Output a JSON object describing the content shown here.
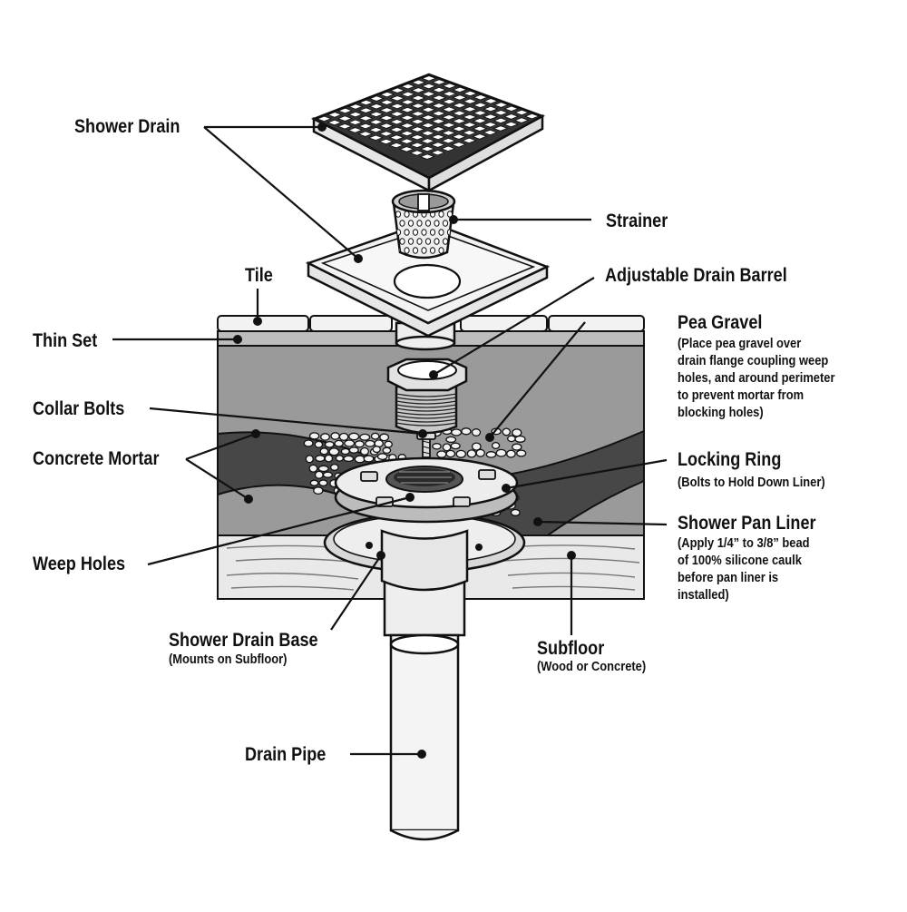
{
  "labels": {
    "shower_drain": "Shower Drain",
    "strainer": "Strainer",
    "tile": "Tile",
    "adjustable_drain_barrel": "Adjustable Drain Barrel",
    "thin_set": "Thin Set",
    "pea_gravel": "Pea Gravel",
    "pea_gravel_note": [
      "(Place pea gravel over",
      "drain flange coupling weep",
      "holes, and around perimeter",
      "to prevent mortar from",
      "blocking holes)"
    ],
    "collar_bolts": "Collar Bolts",
    "concrete_mortar": "Concrete Mortar",
    "locking_ring": "Locking Ring",
    "locking_ring_note": "(Bolts to Hold Down Liner)",
    "shower_pan_liner": "Shower Pan Liner",
    "shower_pan_liner_note": [
      "(Apply 1/4” to 3/8” bead",
      "of 100% silicone caulk",
      "before pan liner is",
      "installed)"
    ],
    "weep_holes": "Weep Holes",
    "shower_drain_base": "Shower Drain Base",
    "shower_drain_base_note": "(Mounts on Subfloor)",
    "subfloor": "Subfloor",
    "subfloor_note": "(Wood or Concrete)",
    "drain_pipe": "Drain Pipe"
  },
  "colors": {
    "ink": "#111111",
    "mortar": "#9a9a9a",
    "thin_set": "#bdbdbd",
    "liner": "#474747",
    "wood": "#e9e9e9",
    "metal_light": "#eeeeee",
    "metal_mid": "#c8c8c8"
  }
}
